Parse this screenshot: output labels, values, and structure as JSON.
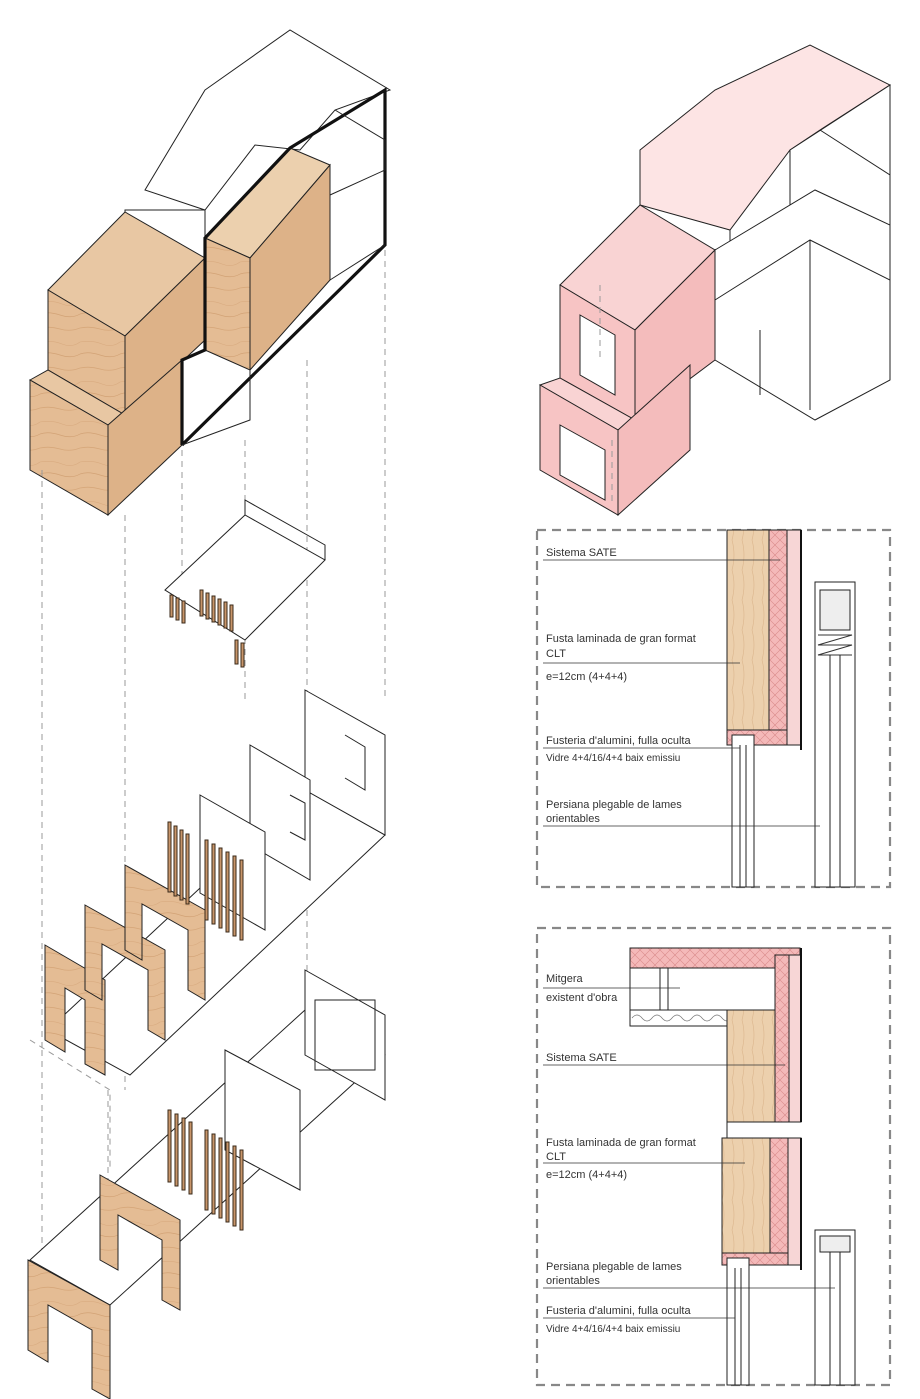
{
  "colors": {
    "wood": "#e2b991",
    "wood_light": "#efd3b3",
    "wood_dark": "#c99366",
    "pink": "#f7c9c9",
    "pink_deep": "#f0a9a9",
    "frame": "#888888",
    "line": "#222222"
  },
  "detail_top": {
    "labels": [
      "Sistema SATE",
      "Fusta laminada de gran format",
      "CLT",
      "e=12cm (4+4+4)",
      "Fusteria d'alumini, fulla oculta",
      "Vidre 4+4/16/4+4 baix emissiu",
      "Persiana plegable de lames",
      "orientables"
    ]
  },
  "detail_bottom": {
    "labels": [
      "Mitgera",
      "existent d'obra",
      "Sistema SATE",
      "Fusta laminada de gran format",
      "CLT",
      "e=12cm (4+4+4)",
      "Persiana plegable de lames",
      "orientables",
      "Fusteria d'alumini, fulla oculta",
      "Vidre 4+4/16/4+4 baix emissiu"
    ]
  }
}
